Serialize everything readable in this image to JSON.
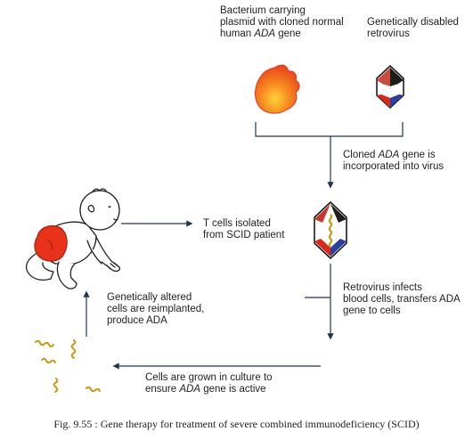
{
  "labels": {
    "bacterium_line1": "Bacterium carrying",
    "bacterium_line2": "plasmid with cloned normal",
    "bacterium_line3_pre": "human ",
    "bacterium_line3_gene": "ADA",
    "bacterium_line3_post": " gene",
    "retrovirus_line1": "Genetically disabled",
    "retrovirus_line2": "retrovirus",
    "cloned_line1_pre": "Cloned ",
    "cloned_line1_gene": "ADA",
    "cloned_line1_post": " gene is",
    "cloned_line2": "incorporated into virus",
    "tcells_line1": "T cells isolated",
    "tcells_line2": "from SCID patient",
    "infects_line1": "Retrovirus infects",
    "infects_line2": "blood cells, transfers ADA",
    "infects_line3": "gene to cells",
    "reimplant_line1": "Genetically altered",
    "reimplant_line2": "cells are reimplanted,",
    "reimplant_line3": "produce ADA",
    "culture_line1": "Cells are grown in culture to",
    "culture_line2_pre": "ensure ",
    "culture_line2_gene": "ADA",
    "culture_line2_post": " gene is active"
  },
  "caption": "Fig. 9.55 : Gene therapy for treatment of severe combined immunodeficiency (SCID)",
  "colors": {
    "arrow": "#1f3550",
    "diaper": "#e8321c",
    "bacterium": "#f0551e",
    "virus_red": "#d8291a",
    "virus_blue": "#2b3f9c",
    "gene": "#c89a14"
  }
}
